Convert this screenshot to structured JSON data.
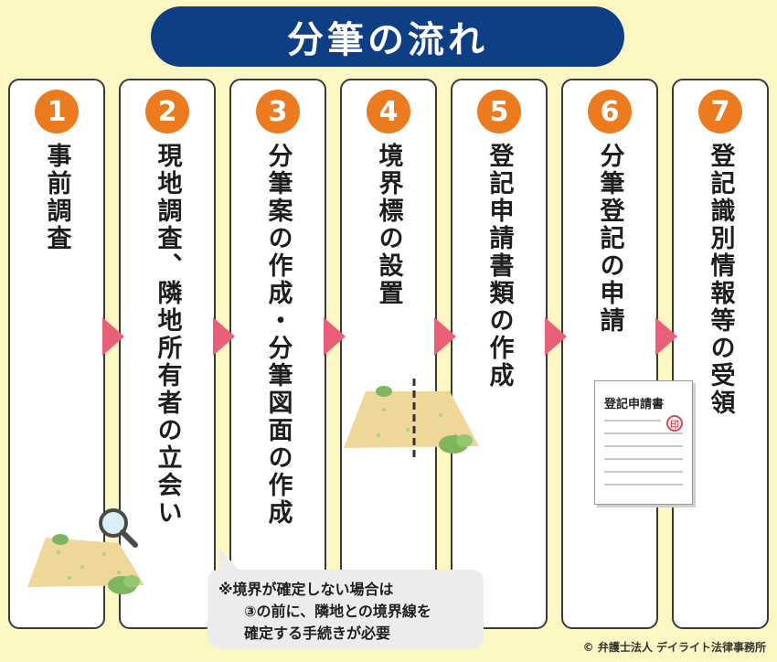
{
  "title": "分筆の流れ",
  "steps": [
    {
      "num": "1",
      "label": "事前調査"
    },
    {
      "num": "2",
      "label": "現地調査、隣地所有者の立会い"
    },
    {
      "num": "3",
      "label": "分筆案の作成・分筆図面の作成"
    },
    {
      "num": "4",
      "label": "境界標の設置"
    },
    {
      "num": "5",
      "label": "登記申請書類の作成"
    },
    {
      "num": "6",
      "label": "分筆登記の申請"
    },
    {
      "num": "7",
      "label": "登記識別情報等の受領"
    }
  ],
  "note": {
    "line1": "※境界が確定しない場合は",
    "line2": "③の前に、隣地との境界線を",
    "line3": "確定する手続きが必要"
  },
  "document": {
    "title": "登記申請書",
    "stamp": "印"
  },
  "copyright": "© 弁護士法人 デイライト法律事務所",
  "colors": {
    "title_bg": "#0e3f84",
    "badge": "#ec7a1f",
    "arrow": "#ea5f78",
    "page_bg": "#fdf7c3"
  }
}
